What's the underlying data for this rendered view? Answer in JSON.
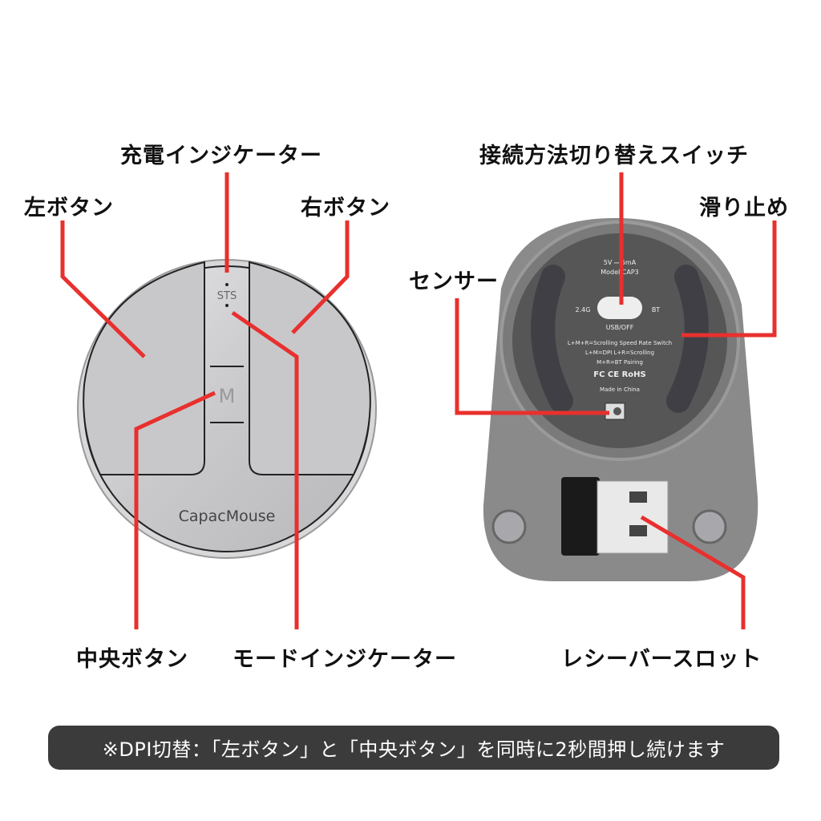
{
  "labels": {
    "charge_indicator": "充電インジケーター",
    "left_button": "左ボタン",
    "right_button": "右ボタン",
    "middle_button": "中央ボタン",
    "mode_indicator": "モードインジケーター",
    "connection_switch": "接続方法切り替えスイッチ",
    "anti_slip": "滑り止め",
    "sensor": "センサー",
    "receiver_slot": "レシーバースロット"
  },
  "device_front": {
    "brand": "CapacMouse",
    "sts": "STS",
    "mode_key": "M"
  },
  "device_back": {
    "rating": "5V ⎓ 5mA",
    "model": "Model CAP3",
    "switch_left": "2.4G",
    "switch_right": "BT",
    "switch_bottom": "USB/OFF",
    "line1": "L+M+R=Scrolling Speed Rate Switch",
    "line2": "L+M=DPI  L+R=Scrolling",
    "line3": "M+R=BT Pairing",
    "certs": "FC CE RoHS",
    "origin": "Made in China"
  },
  "note": "※DPI切替：「左ボタン」と「中央ボタン」を同時に2秒間押し続けます",
  "colors": {
    "callout": "#e8302e",
    "note_bg": "#3b3b3b"
  }
}
